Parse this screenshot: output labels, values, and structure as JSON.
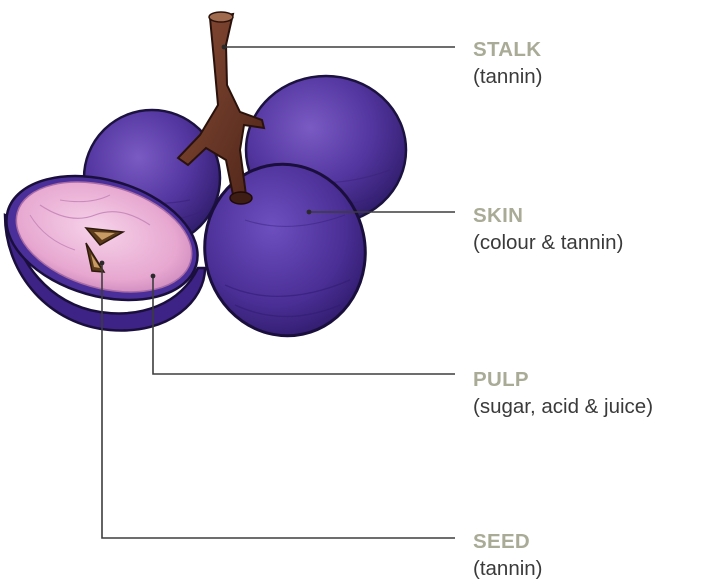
{
  "labels": {
    "stalk": {
      "title": "STALK",
      "description": "(tannin)"
    },
    "skin": {
      "title": "SKIN",
      "description": "(colour & tannin)"
    },
    "pulp": {
      "title": "PULP",
      "description": "(sugar, acid & juice)"
    },
    "seed": {
      "title": "SEED",
      "description": "(tannin)"
    }
  },
  "colors": {
    "label_title": "#a9ab97",
    "label_text": "#3a3a3a",
    "leader_line": "#3d3d3d",
    "grape_skin": "#4a3192",
    "grape_flesh": "#e9aed2",
    "seed": "#5b3a1c",
    "stalk": "#6b3a2a"
  }
}
